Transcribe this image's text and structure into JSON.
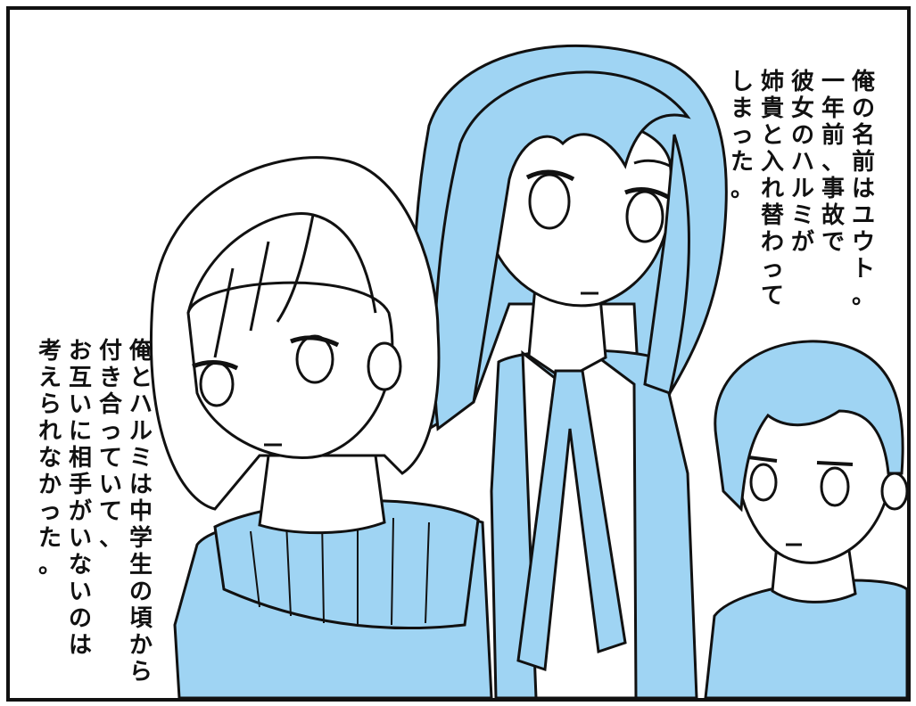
{
  "panel": {
    "palette": {
      "fill": "#9fd4f3",
      "line": "#111111",
      "paper": "#ffffff"
    },
    "characters": [
      "girl-left",
      "woman-center",
      "boy-right"
    ]
  },
  "captions": [
    {
      "position": "upper-right",
      "lines": [
        "俺の名前はユウト。",
        "一年前、事故で",
        "彼女のハルミが",
        "姉貴と入れ替わって",
        "しまった。"
      ]
    },
    {
      "position": "left",
      "lines": [
        "俺とハルミは中学生の頃から",
        "付き合っていて、",
        "お互いに相手がいないのは",
        "考えられなかった。"
      ]
    }
  ]
}
